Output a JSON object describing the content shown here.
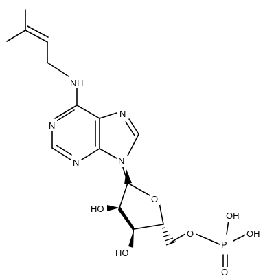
{
  "atoms": {
    "amine_n": "N",
    "amine_h": "H",
    "n1": "N",
    "n3": "N",
    "n7": "N",
    "n9": "N",
    "ring_o": "O",
    "ester_o": "O",
    "phosphorus": "P",
    "phosphoryl_o": "O",
    "p_oh_top": "OH",
    "p_oh_right": "OH",
    "ho_2": "HO",
    "ho_3": "HO"
  },
  "colors": {
    "bond": "#000000",
    "label": "#000000",
    "background": "#ffffff"
  }
}
